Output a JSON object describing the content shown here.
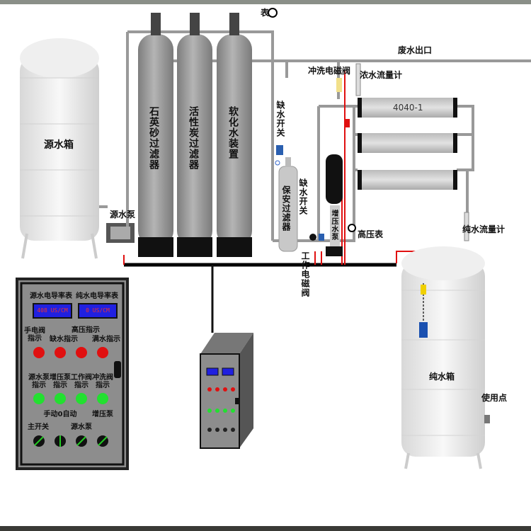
{
  "source_tank": {
    "label": "源水箱"
  },
  "source_pump": {
    "label": "源水泵"
  },
  "filters": [
    {
      "label": "石英砂过滤器"
    },
    {
      "label": "活性炭过滤器"
    },
    {
      "label": "软化水装置"
    }
  ],
  "gauge_top": {
    "label": "表"
  },
  "waste_outlet": {
    "label": "废水出口"
  },
  "flush_valve": {
    "label": "冲洗电磁阀"
  },
  "concentrate_flowmeter": {
    "label": "浓水流量计"
  },
  "membranes": [
    {
      "label": "4040-1"
    },
    {
      "label": ""
    },
    {
      "label": ""
    }
  ],
  "low_water_switch_1": {
    "label": "缺水开关"
  },
  "low_water_switch_2": {
    "label": "缺水开关"
  },
  "security_filter": {
    "label": "保安过滤器"
  },
  "booster_pump": {
    "label": "增压水泵"
  },
  "high_pressure_gauge": {
    "label": "高压表"
  },
  "work_valve": {
    "label": "工作电磁阀"
  },
  "pure_flowmeter": {
    "label": "纯水流量计"
  },
  "pure_tank": {
    "label": "纯水箱"
  },
  "use_point": {
    "label": "使用点"
  },
  "panel": {
    "meters": [
      {
        "label": "源水电导率表",
        "value": "408 US/CM"
      },
      {
        "label": "纯水电导率表",
        "value": "0 US/CM"
      }
    ],
    "red_lights": [
      {
        "label": "手电阀指示"
      },
      {
        "label": "缺水指示"
      },
      {
        "label": "高压指示"
      },
      {
        "label": "满水指示"
      }
    ],
    "green_lights": [
      {
        "label": "源水泵指示"
      },
      {
        "label": "增压泵指示"
      },
      {
        "label": "工作阀指示"
      },
      {
        "label": "冲洗阀指示"
      }
    ],
    "switches": [
      {
        "label": "主开关"
      },
      {
        "label": "手动0自动"
      },
      {
        "label": "源水泵"
      },
      {
        "label": "增压泵"
      }
    ]
  },
  "colors": {
    "pipe": "#999999",
    "main_pipe": "#000000",
    "wire": "#e01010",
    "tank": "#eeeeee",
    "filter": "#9a9a9a",
    "panel": "#8c8c8c",
    "display": "#2020e0"
  }
}
